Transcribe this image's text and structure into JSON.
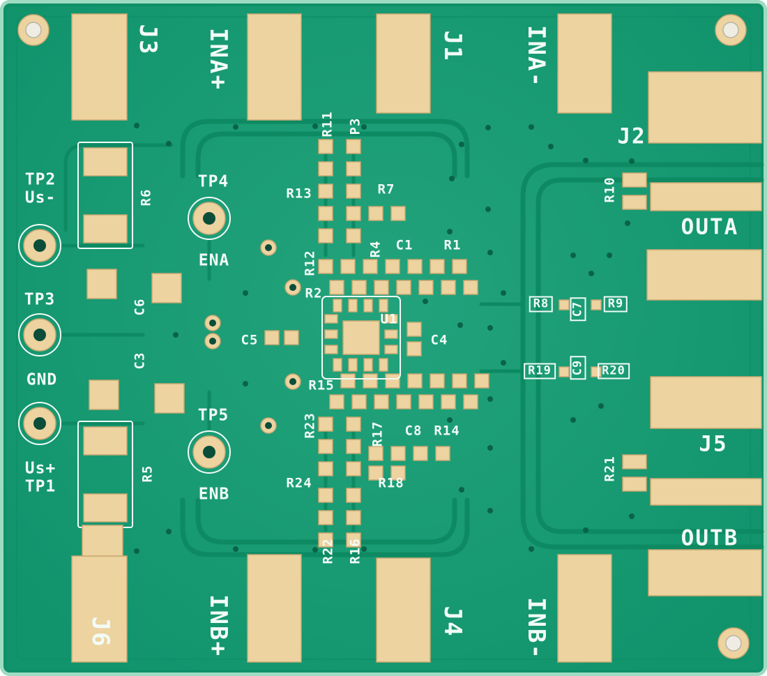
{
  "colors": {
    "board_green": "#129c72",
    "pad_gold": "#ecd3a0",
    "silkscreen_white": "#f2fbf6",
    "trace_dark_green": "#0d8a62"
  },
  "labels": {
    "j1": "J1",
    "j2": "J2",
    "j3": "J3",
    "j4": "J4",
    "j5": "J5",
    "j6": "J6",
    "ina_plus": "INA+",
    "ina_minus": "INA-",
    "inb_plus": "INB+",
    "inb_minus": "INB-",
    "outa": "OUTA",
    "outb": "OUTB",
    "tp1": "TP1",
    "tp2": "TP2",
    "tp3": "TP3",
    "tp4": "TP4",
    "tp5": "TP5",
    "us_plus": "Us+",
    "us_minus": "Us-",
    "gnd": "GND",
    "ena": "ENA",
    "enb": "ENB",
    "u1": "U1",
    "p3": "P3",
    "r1": "R1",
    "r2": "R2",
    "r4": "R4",
    "r5": "R5",
    "r6": "R6",
    "r7": "R7",
    "r8": "R8",
    "r9": "R9",
    "r10": "R10",
    "r11": "R11",
    "r12": "R12",
    "r13": "R13",
    "r14": "R14",
    "r15": "R15",
    "r16": "R16",
    "r17": "R17",
    "r18": "R18",
    "r19": "R19",
    "r20": "R20",
    "r21": "R21",
    "r22": "R22",
    "r23": "R23",
    "r24": "R24",
    "c1": "C1",
    "c3": "C3",
    "c4": "C4",
    "c5": "C5",
    "c6": "C6",
    "c7": "C7",
    "c8": "C8",
    "c9": "C9"
  }
}
